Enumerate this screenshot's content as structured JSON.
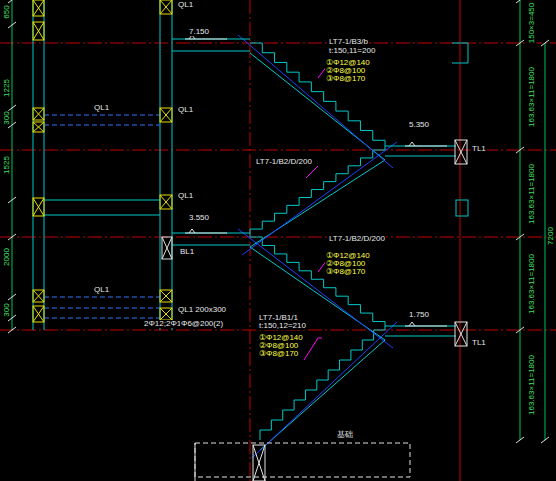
{
  "diagram": {
    "labels": [
      "650",
      "1225",
      "300",
      "1525",
      "2000",
      "300",
      "QL1",
      "7.150",
      "LT7-1/B3/b",
      "t:150,11=200",
      "①Φ12@140",
      "②Φ8@100",
      "③Φ8@170",
      "QL1",
      "QL1",
      "5.350",
      "TL1",
      "LT7-1/B2/D/200",
      "QL1",
      "3.550",
      "BL1",
      "LT7-1/B2/D/200",
      "①Φ12@140",
      "②Φ8@100",
      "③Φ8@170",
      "QL1",
      "QL1 200x300",
      "2Φ12;2Φ12",
      "Φ6@200(2)",
      "1.750",
      "TL1",
      "LT7-1/B1/1",
      "t:150,12=210",
      "①Φ12@140",
      "②Φ8@100",
      "③Φ8@170",
      "基础",
      "150×3=450",
      "163.63×11=1800",
      "163.63×11=1800",
      "163.63×11=1800",
      "163.63×11=1800",
      "7200"
    ]
  }
}
